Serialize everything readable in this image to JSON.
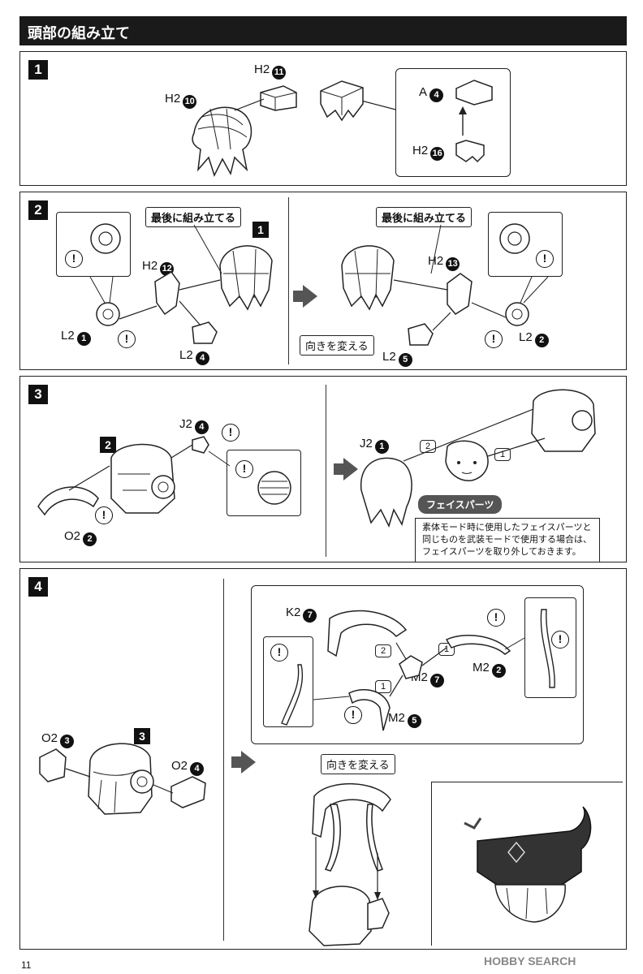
{
  "header": {
    "title": "頭部の組み立て"
  },
  "steps": [
    {
      "number": "1",
      "labels": [
        {
          "text": "H2",
          "num": "10"
        },
        {
          "text": "H2",
          "num": "11"
        },
        {
          "text": "A",
          "num": "4"
        },
        {
          "text": "H2",
          "num": "16"
        }
      ]
    },
    {
      "number": "2",
      "callout_left": "最後に組み立てる",
      "callout_right": "最後に組み立てる",
      "ref_step": "1",
      "orient_note": "向きを変える",
      "labels": [
        {
          "text": "H2",
          "num": "12"
        },
        {
          "text": "L2",
          "num": "1"
        },
        {
          "text": "L2",
          "num": "4"
        },
        {
          "text": "H2",
          "num": "13"
        },
        {
          "text": "L2",
          "num": "2"
        },
        {
          "text": "L2",
          "num": "5"
        }
      ]
    },
    {
      "number": "3",
      "ref_step": "2",
      "face_tag": "フェイスパーツ",
      "note": "素体モード時に使用したフェイスパーツと同じものを武装モードで使用する場合は、フェイスパーツを取り外しておきます。",
      "order": [
        "1",
        "2"
      ],
      "labels": [
        {
          "text": "J2",
          "num": "4"
        },
        {
          "text": "O2",
          "num": "2"
        },
        {
          "text": "J2",
          "num": "1"
        }
      ]
    },
    {
      "number": "4",
      "ref_step": "3",
      "orient_note": "向きを変える",
      "order": [
        "1",
        "2"
      ],
      "labels": [
        {
          "text": "O2",
          "num": "3"
        },
        {
          "text": "O2",
          "num": "4"
        },
        {
          "text": "K2",
          "num": "7"
        },
        {
          "text": "M2",
          "num": "7"
        },
        {
          "text": "M2",
          "num": "2"
        },
        {
          "text": "M2",
          "num": "5"
        }
      ]
    }
  ],
  "footer": {
    "page": "11",
    "watermark": "HOBBY SEARCH"
  }
}
